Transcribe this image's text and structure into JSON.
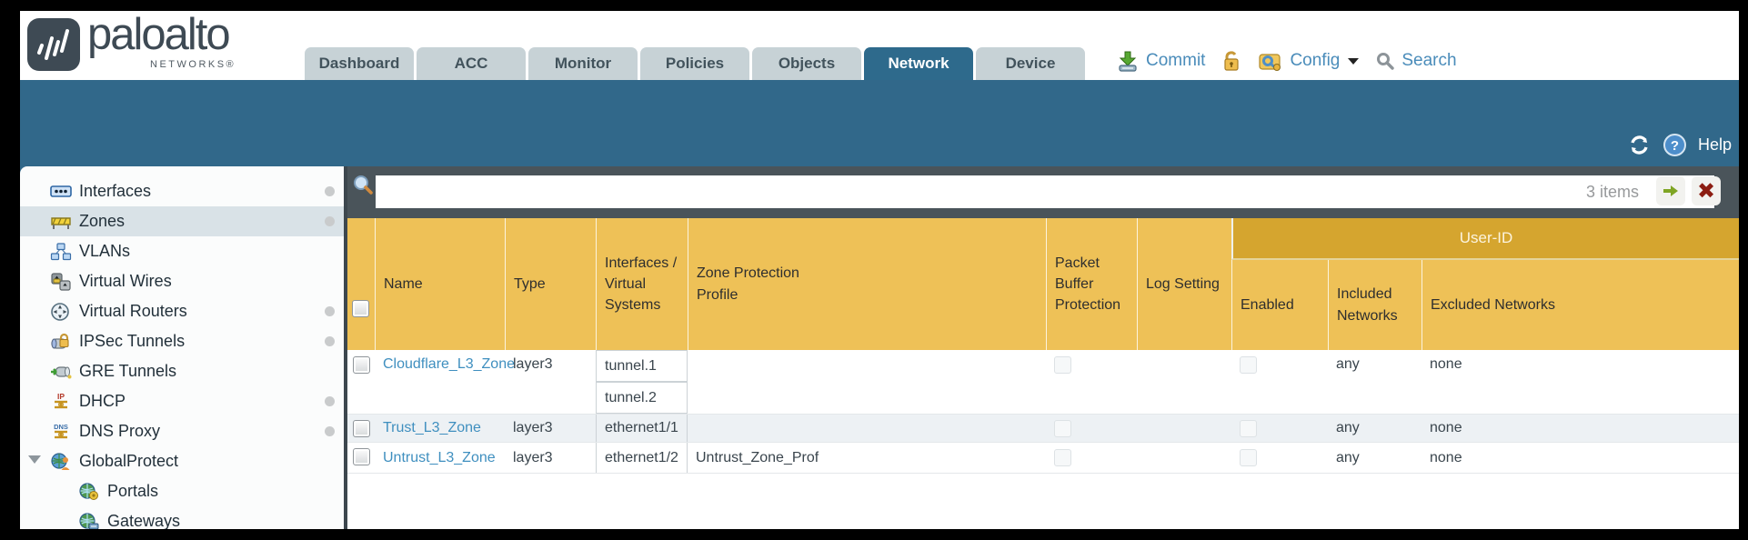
{
  "brand": {
    "name": "paloalto",
    "subtitle": "NETWORKS®"
  },
  "tabs": [
    {
      "label": "Dashboard",
      "active": false
    },
    {
      "label": "ACC",
      "active": false
    },
    {
      "label": "Monitor",
      "active": false
    },
    {
      "label": "Policies",
      "active": false
    },
    {
      "label": "Objects",
      "active": false
    },
    {
      "label": "Network",
      "active": true
    },
    {
      "label": "Device",
      "active": false
    }
  ],
  "utilities": {
    "commit_label": "Commit",
    "config_label": "Config",
    "search_label": "Search",
    "help_label": "Help"
  },
  "sidebar": {
    "items": [
      {
        "label": "Interfaces",
        "dot": true,
        "selected": false
      },
      {
        "label": "Zones",
        "dot": true,
        "selected": true
      },
      {
        "label": "VLANs",
        "dot": false,
        "selected": false
      },
      {
        "label": "Virtual Wires",
        "dot": false,
        "selected": false
      },
      {
        "label": "Virtual Routers",
        "dot": true,
        "selected": false
      },
      {
        "label": "IPSec Tunnels",
        "dot": true,
        "selected": false
      },
      {
        "label": "GRE Tunnels",
        "dot": false,
        "selected": false
      },
      {
        "label": "DHCP",
        "dot": true,
        "selected": false
      },
      {
        "label": "DNS Proxy",
        "dot": true,
        "selected": false
      },
      {
        "label": "GlobalProtect",
        "dot": false,
        "selected": false,
        "expanded": true
      },
      {
        "label": "Portals",
        "dot": false,
        "selected": false,
        "child": true
      },
      {
        "label": "Gateways",
        "dot": false,
        "selected": false,
        "child": true
      }
    ]
  },
  "toolbar": {
    "search_value": "",
    "items_count": "3 items"
  },
  "table": {
    "group_header": "User-ID",
    "columns": [
      "Name",
      "Type",
      "Interfaces / Virtual Systems",
      "Zone Protection Profile",
      "Packet Buffer Protection",
      "Log Setting",
      "Enabled",
      "Included Networks",
      "Excluded Networks"
    ],
    "rows": [
      {
        "name": "Cloudflare_L3_Zone",
        "type": "layer3",
        "interfaces": [
          "tunnel.1",
          "tunnel.2"
        ],
        "zone_protection_profile": "",
        "log_setting": "",
        "included_networks": "any",
        "excluded_networks": "none"
      },
      {
        "name": "Trust_L3_Zone",
        "type": "layer3",
        "interfaces": [
          "ethernet1/1"
        ],
        "zone_protection_profile": "",
        "log_setting": "",
        "included_networks": "any",
        "excluded_networks": "none"
      },
      {
        "name": "Untrust_L3_Zone",
        "type": "layer3",
        "interfaces": [
          "ethernet1/2"
        ],
        "zone_protection_profile": "Untrust_Zone_Prof",
        "log_setting": "",
        "included_networks": "any",
        "excluded_networks": "none"
      }
    ]
  },
  "colors": {
    "teal_band": "#31688a",
    "toolbar_gray": "#4a545a",
    "table_header_gold": "#eec157",
    "user_id_band_gold": "#d5a52f",
    "link_blue": "#3f8fbf",
    "active_tab": "#2e6a8c",
    "selected_sidebar": "#d9e2e7",
    "go_arrow_green": "#7fa524",
    "clear_x_red": "#8c1d12"
  }
}
